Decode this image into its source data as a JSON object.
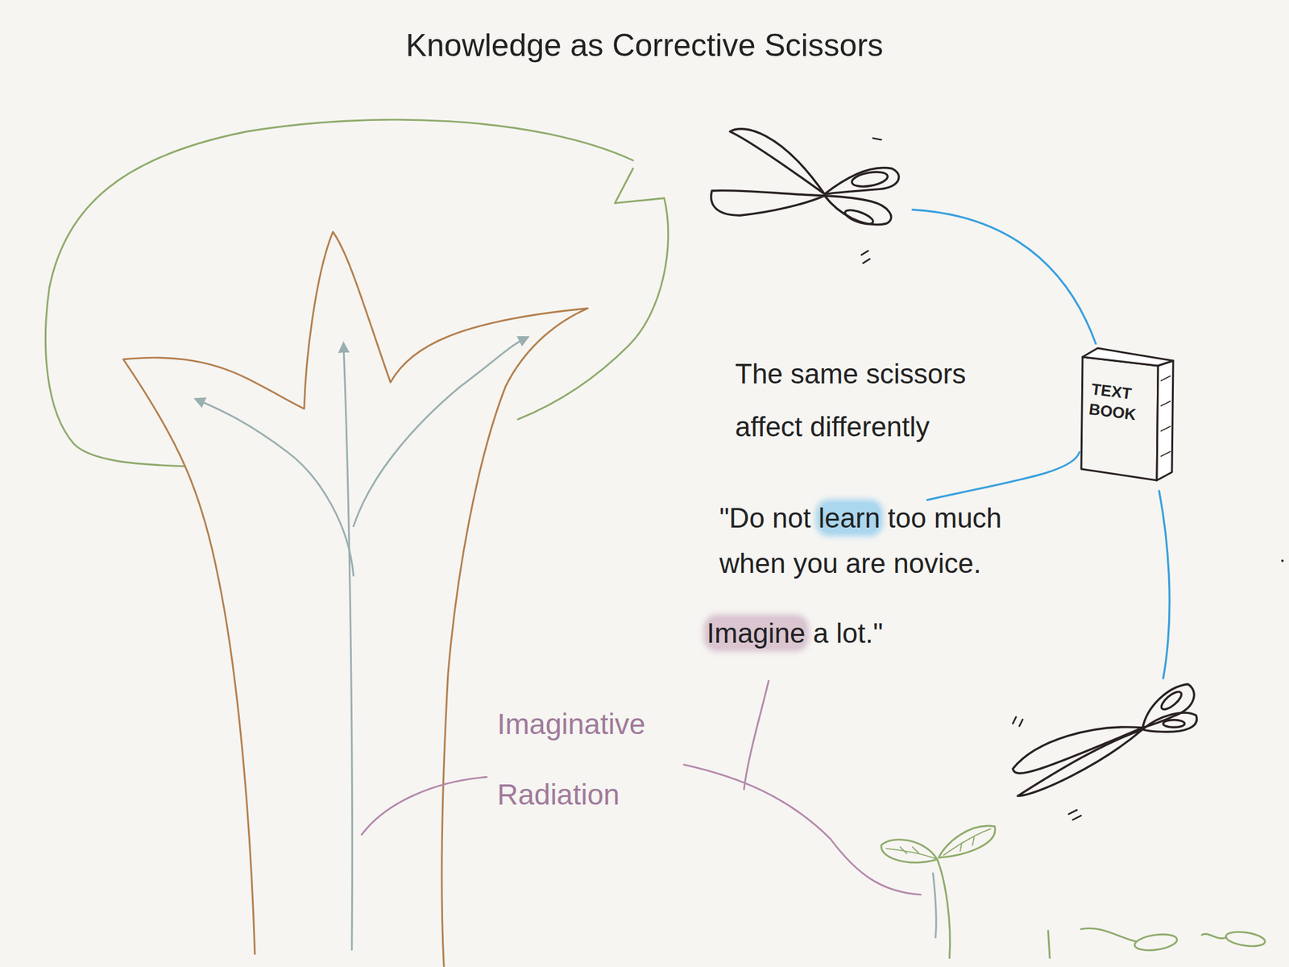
{
  "diagram": {
    "title": "Knowledge as Corrective Scissors",
    "nodes": [
      {
        "text": [
          "TEXT BOOK"
        ]
      }
    ],
    "labels": [
      "The same scissors affect differently",
      "\"Do not learn too much when you are novice.",
      "Imagine a lot.\"",
      "Imaginative Radiation"
    ]
  }
}
